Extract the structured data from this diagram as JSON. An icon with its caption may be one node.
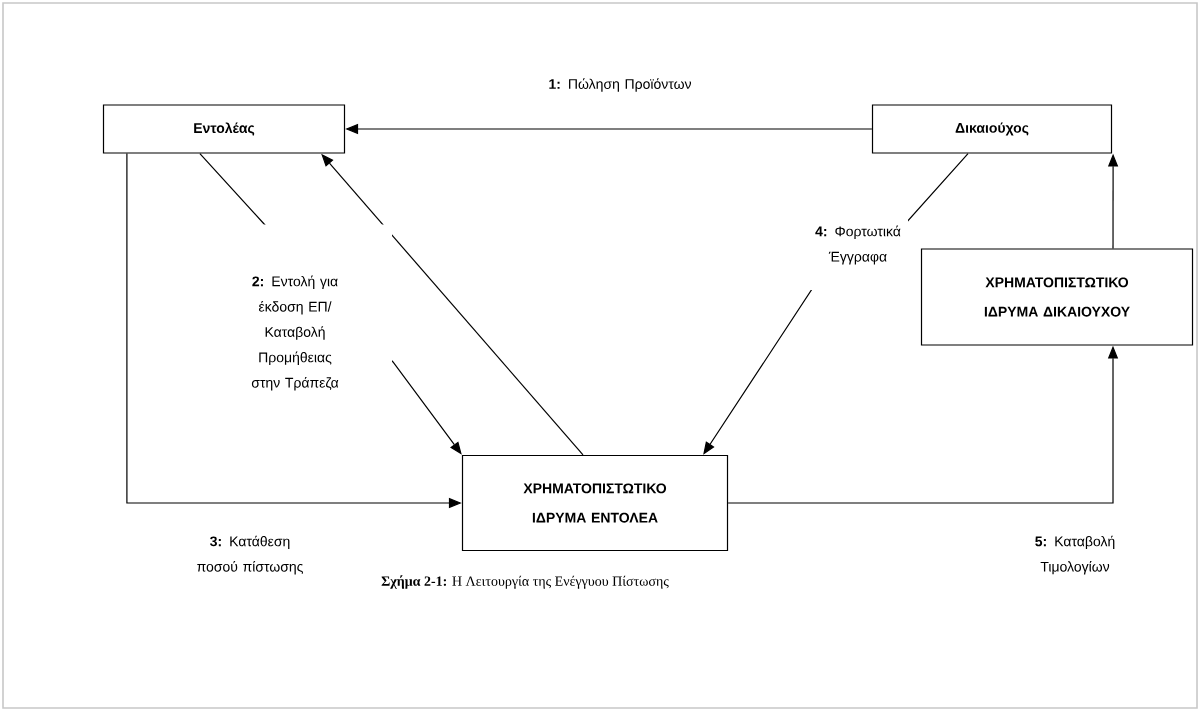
{
  "diagram": {
    "caption": "**Σχήμα 2-1:** Η Λειτουργία της Ενέγγυου Πίστωσης",
    "nodes": [
      {
        "text": [
          "Εντολέας"
        ]
      },
      {
        "text": [
          "Δικαιούχος"
        ]
      },
      {
        "text": [
          "ΧΡΗΜΑΤΟΠΙΣΤΩΤΙΚΟ ΙΔΡΥΜΑ ΔΙΚΑΙΟΥΧΟΥ"
        ]
      },
      {
        "text": [
          "ΧΡΗΜΑΤΟΠΙΣΤΩΤΙΚΟ ΙΔΡΥΜΑ ΕΝΤΟΛΕΑ"
        ]
      }
    ],
    "edges": [
      {
        "from": 1,
        "to": 0,
        "arrow": "to",
        "label": "**1:** Πώληση Προϊόντων"
      },
      {
        "from": 0,
        "to": 3,
        "arrow": "to",
        "label": "**2:** Εντολή για έκδοση ΕΠ/ Καταβολή Προμήθειας στην Τράπεζα"
      },
      {
        "from": 3,
        "to": 0,
        "arrow": "to"
      },
      {
        "from": 0,
        "to": 3,
        "arrow": "to",
        "label": "**3:** Κατάθεση ποσού πίστωσης"
      },
      {
        "from": 1,
        "to": 3,
        "arrow": "to",
        "label": "**4:** Φορτωτικά Έγγραφα"
      },
      {
        "from": 3,
        "to": 2,
        "arrow": "to",
        "label": "**5:** Καταβολή Τιμολογίων"
      },
      {
        "from": 2,
        "to": 1,
        "arrow": "to"
      }
    ]
  }
}
